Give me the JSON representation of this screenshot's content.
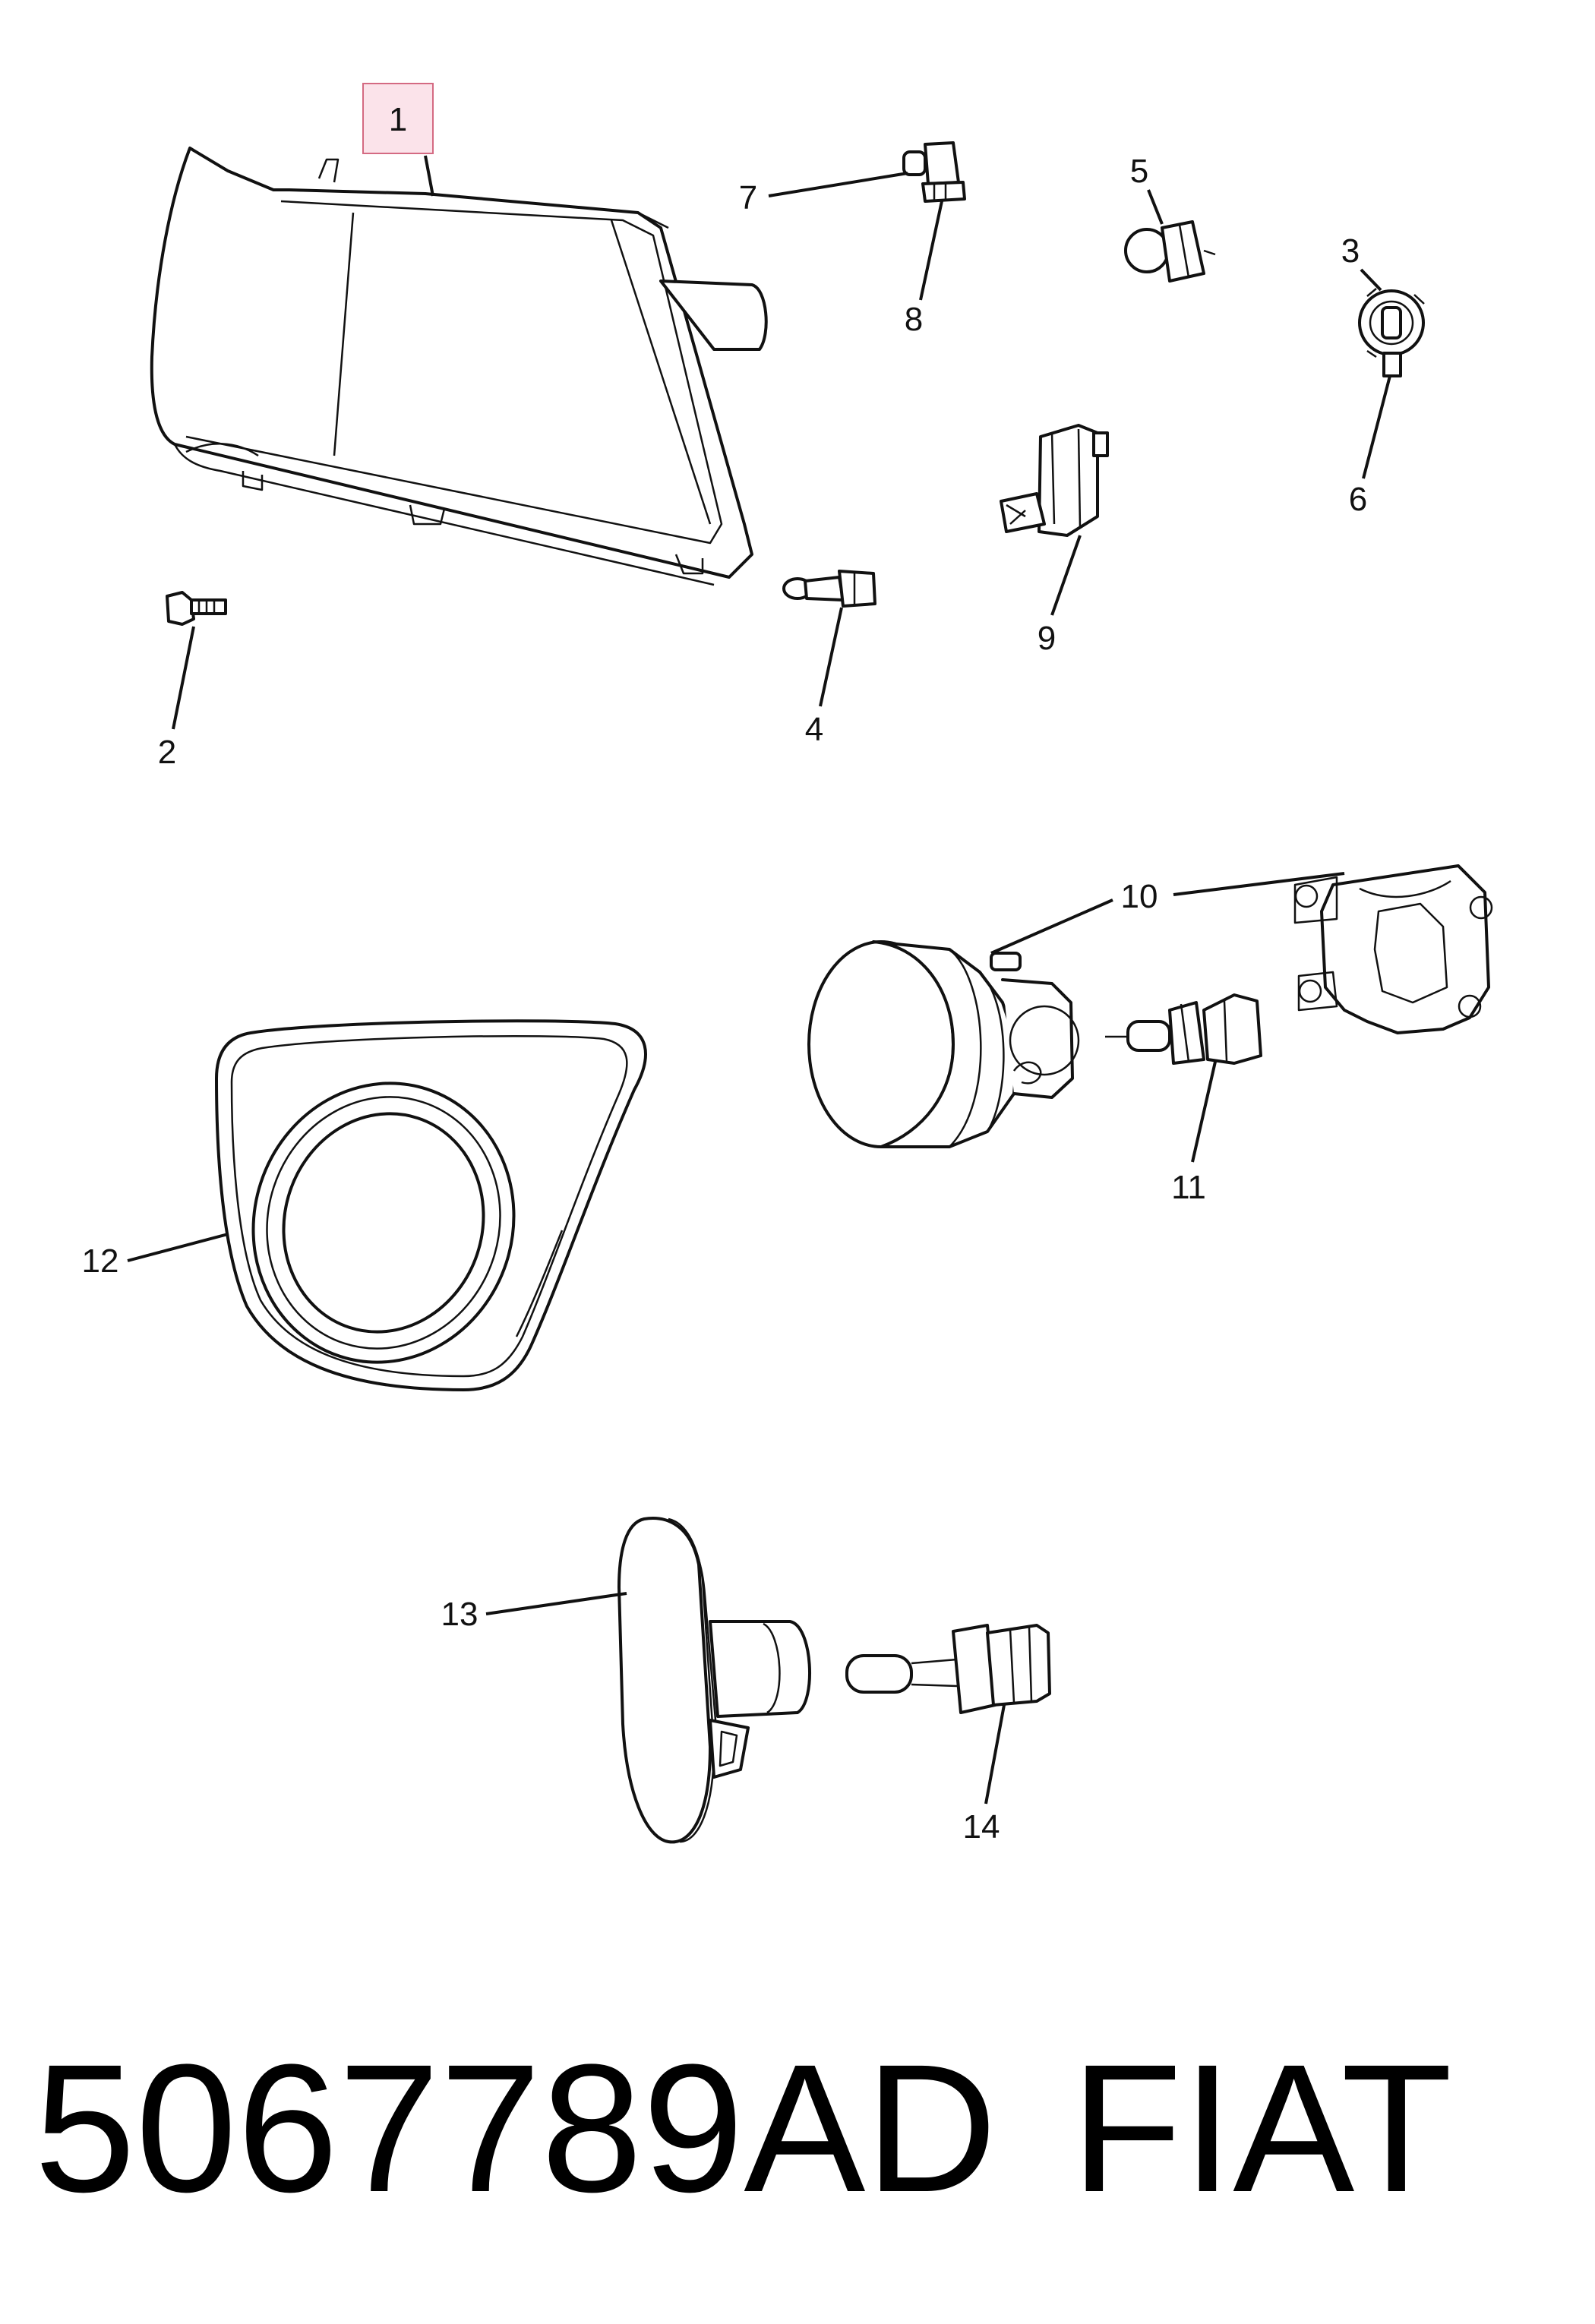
{
  "callouts": {
    "c1": "1",
    "c2": "2",
    "c3": "3",
    "c4": "4",
    "c5": "5",
    "c6": "6",
    "c7": "7",
    "c8": "8",
    "c9": "9",
    "c10": "10",
    "c11": "11",
    "c12": "12",
    "c13": "13",
    "c14": "14"
  },
  "highlight_color": "#fbe3ea",
  "highlight_border": "#d46a82",
  "footer": {
    "part_number": "5067789AD",
    "brand": "FIAT"
  }
}
